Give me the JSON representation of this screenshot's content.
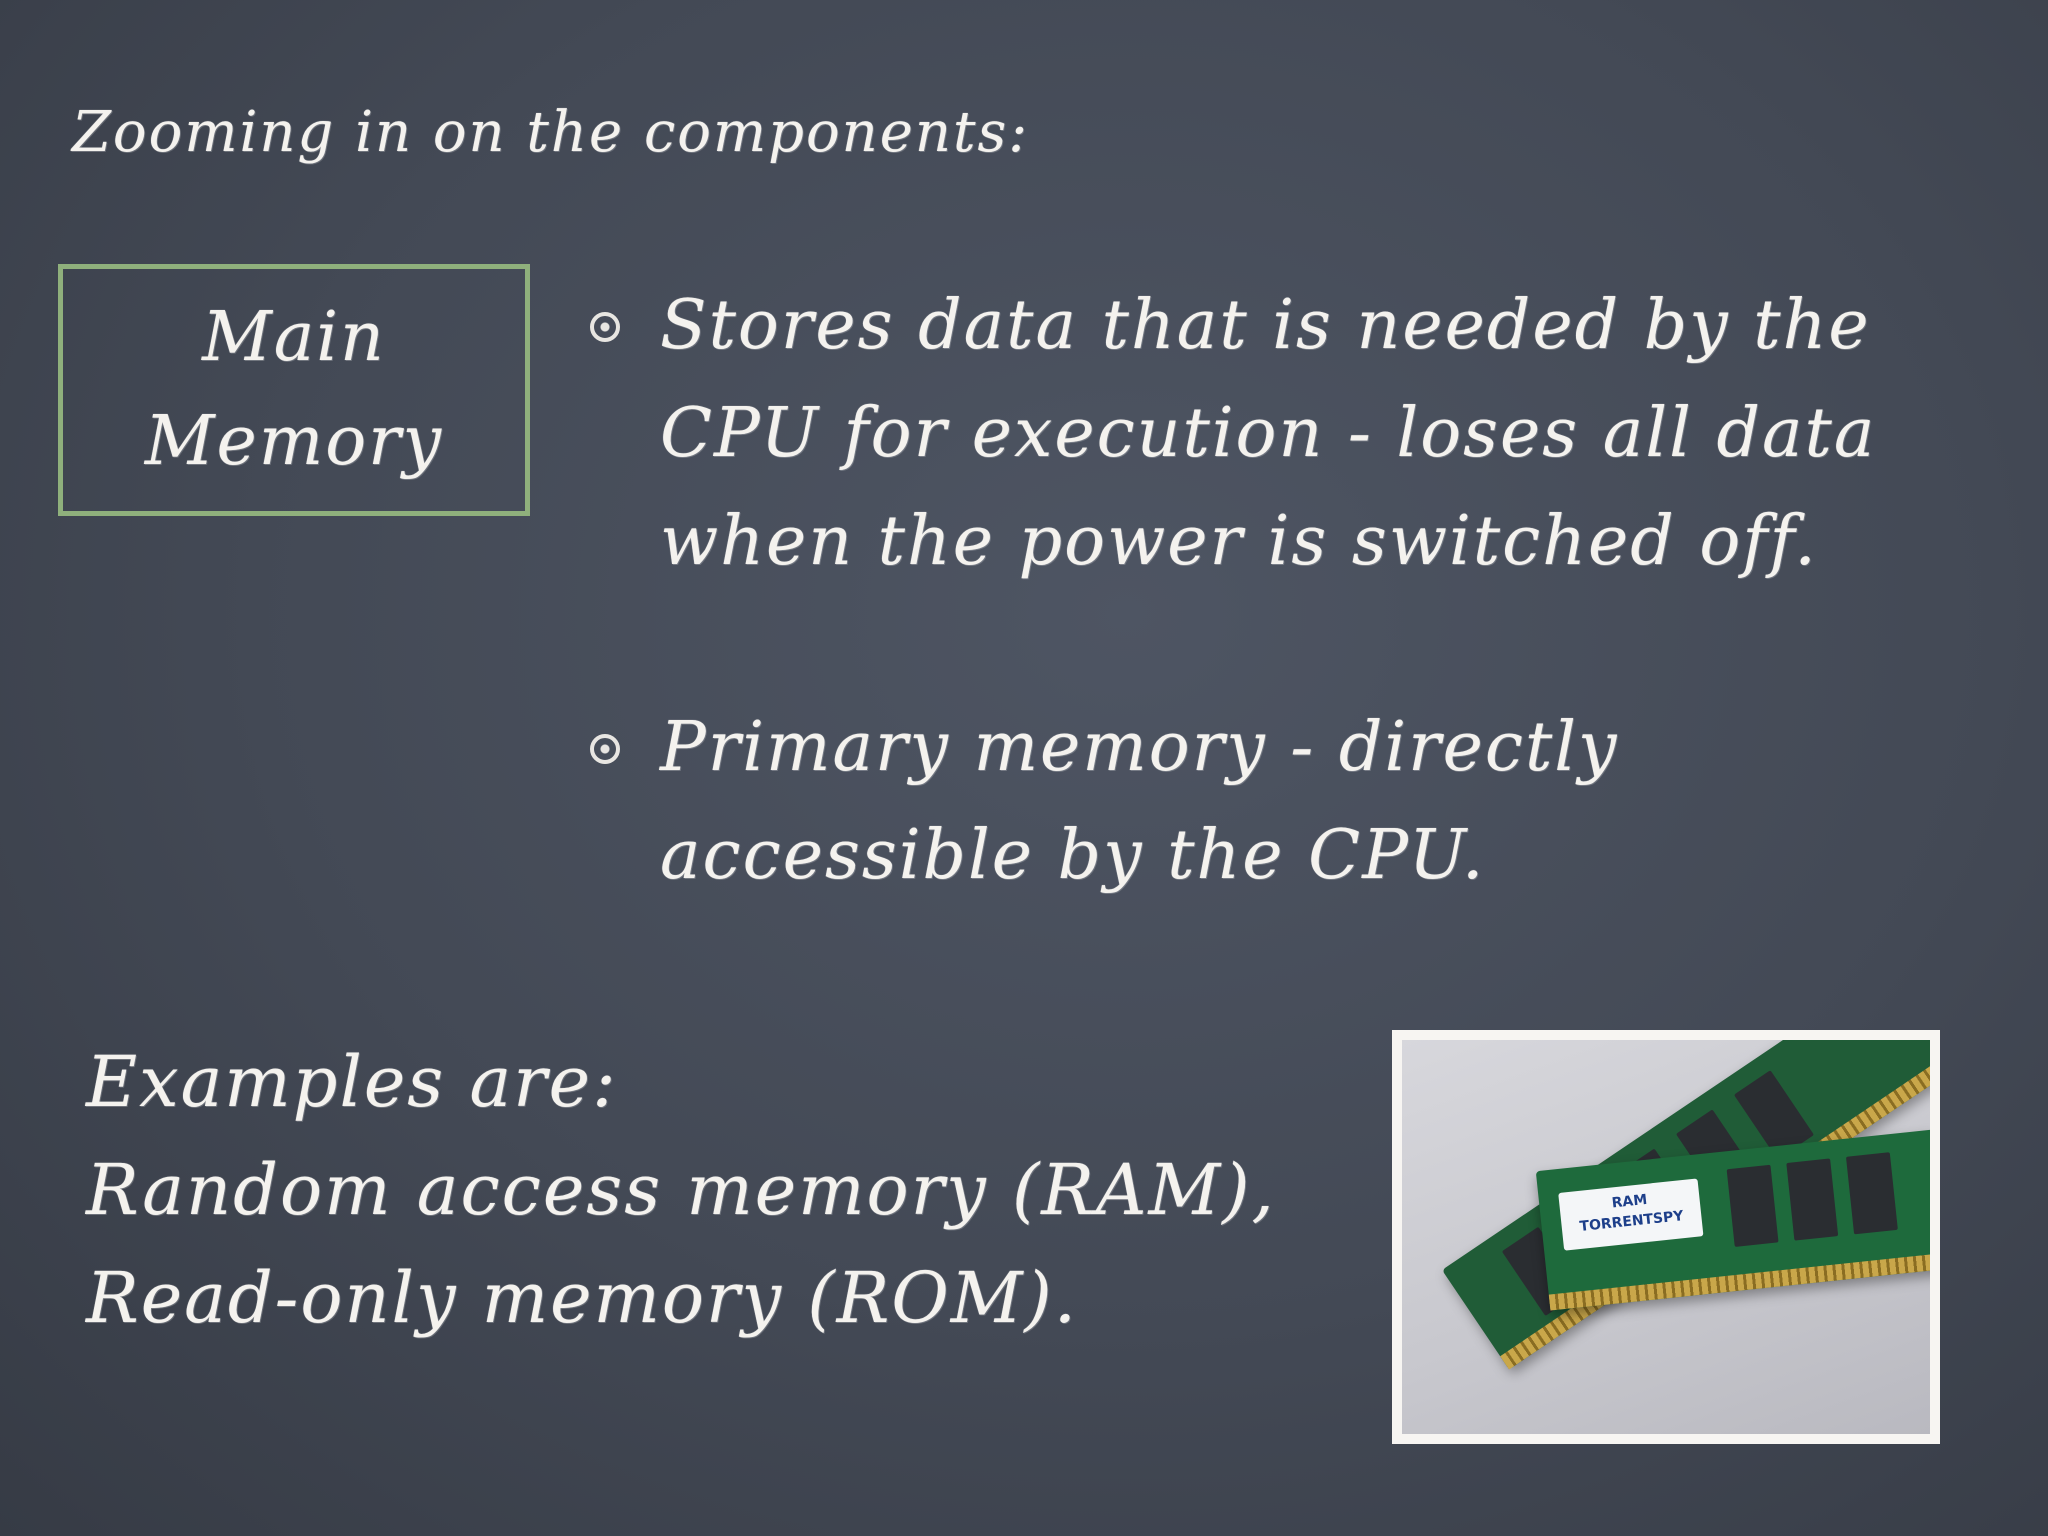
{
  "slide": {
    "heading": "Zooming in on the components:",
    "section_label": "Main\nMemory",
    "bullets": [
      {
        "text": "Stores data that is needed by the CPU for execution - loses all data when the power is switched off."
      },
      {
        "text": "Primary memory - directly accessible by the CPU."
      }
    ],
    "examples": {
      "line1": "Examples are:",
      "line2": "Random access memory (RAM), Read-only memory (ROM)."
    },
    "photo": {
      "label_line1": "RAM",
      "label_line2": "TORRENTSPY"
    },
    "colors": {
      "background": "#434955",
      "chalk": "#f4f2ee",
      "box_border": "#8fb07c"
    }
  }
}
